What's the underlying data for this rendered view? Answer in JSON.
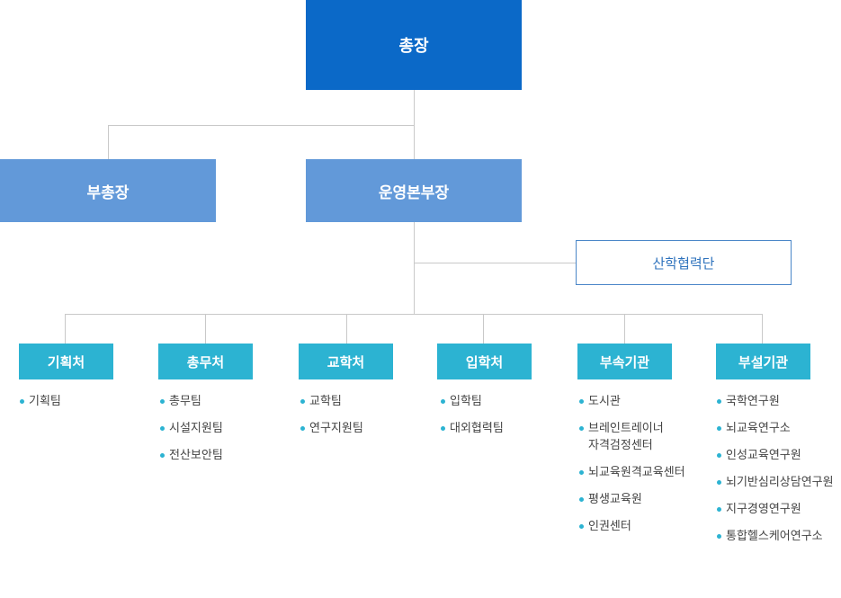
{
  "president": "총장",
  "vice_president": "부총장",
  "operations_director": "운영본부장",
  "industry_cooperation": "산학협력단",
  "departments": [
    {
      "name": "기획처",
      "items": [
        "기획팀"
      ]
    },
    {
      "name": "총무처",
      "items": [
        "총무팀",
        "시설지원팀",
        "전산보안팀"
      ]
    },
    {
      "name": "교학처",
      "items": [
        "교학팀",
        "연구지원팀"
      ]
    },
    {
      "name": "입학처",
      "items": [
        "입학팀",
        "대외협력팀"
      ]
    },
    {
      "name": "부속기관",
      "items": [
        "도시관",
        "브레인트레이너\n자격검정센터",
        "뇌교육원격교육센터",
        "평생교육원",
        "인권센터"
      ]
    },
    {
      "name": "부설기관",
      "items": [
        "국학연구원",
        "뇌교육연구소",
        "인성교육연구원",
        "뇌기반심리상담연구원",
        "지구경영연구원",
        "통합헬스케어연구소"
      ]
    }
  ]
}
